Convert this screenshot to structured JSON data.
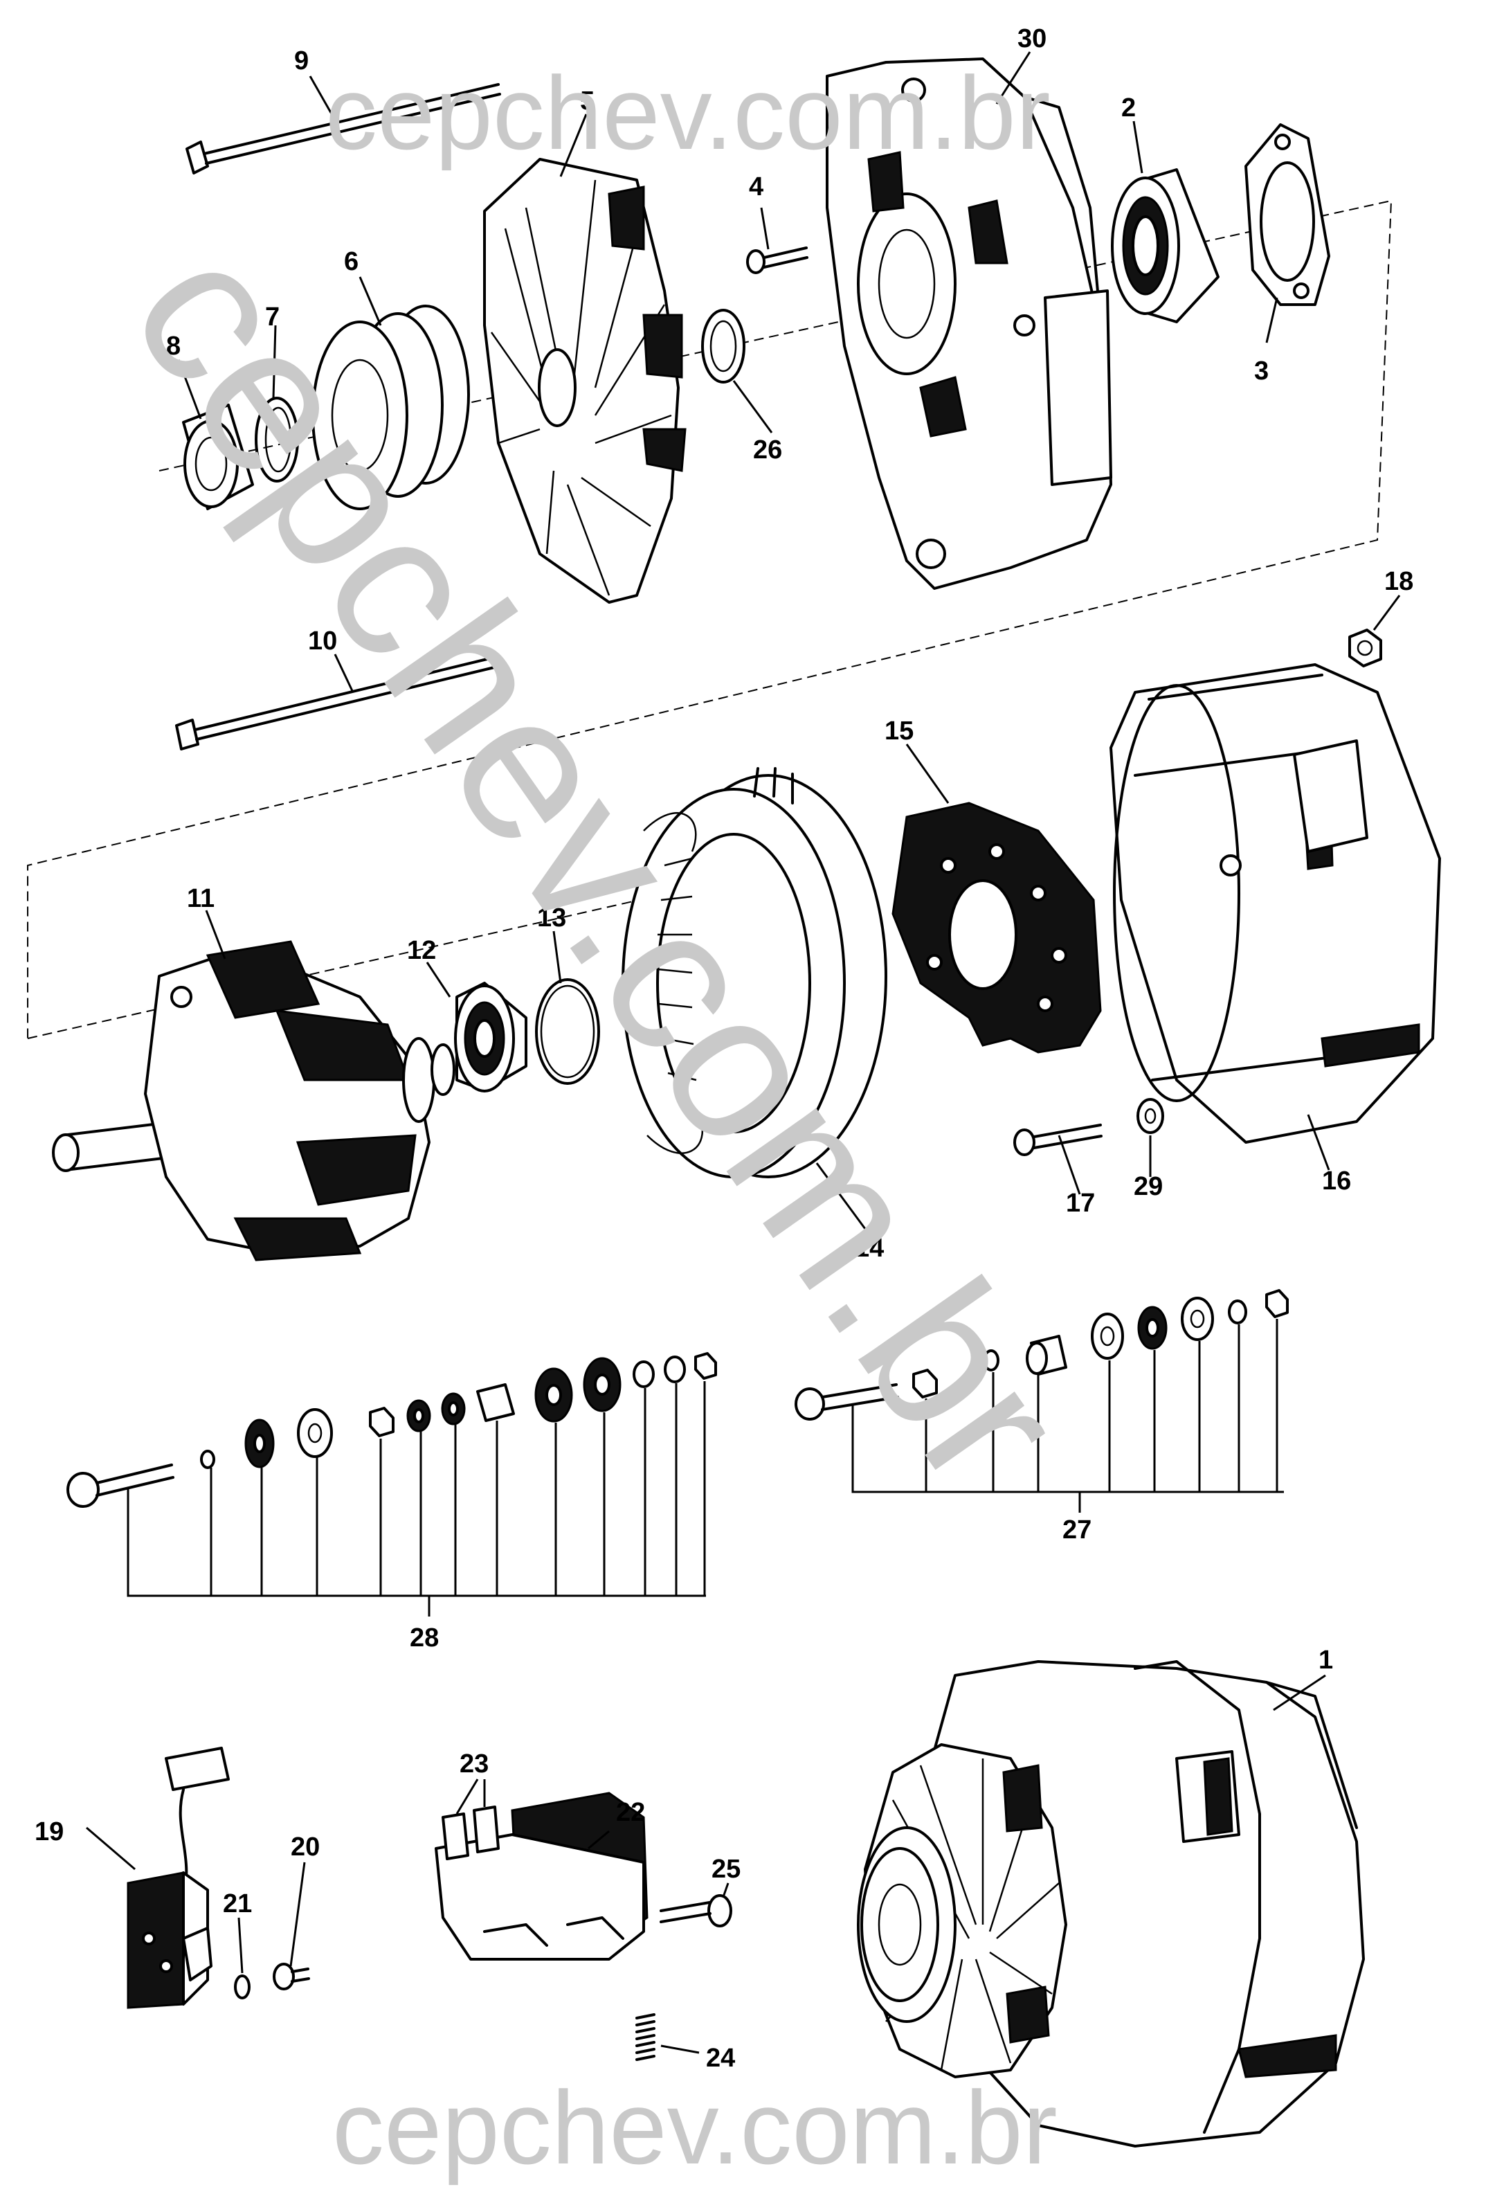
{
  "watermark": {
    "top": "cepchev.com.br",
    "bottom": "cepchev.com.br",
    "diagonal": "cepchev.com.br"
  },
  "part_labels": {
    "p1": "1",
    "p2": "2",
    "p3": "3",
    "p4": "4",
    "p5": "5",
    "p6": "6",
    "p7": "7",
    "p8": "8",
    "p9": "9",
    "p10": "10",
    "p11": "11",
    "p12": "12",
    "p13": "13",
    "p14": "14",
    "p15": "15",
    "p16": "16",
    "p17": "17",
    "p18": "18",
    "p19": "19",
    "p20": "20",
    "p21": "21",
    "p22": "22",
    "p23": "23",
    "p24": "24",
    "p25": "25",
    "p26": "26",
    "p27": "27",
    "p28": "28",
    "p29": "29",
    "p30": "30"
  }
}
